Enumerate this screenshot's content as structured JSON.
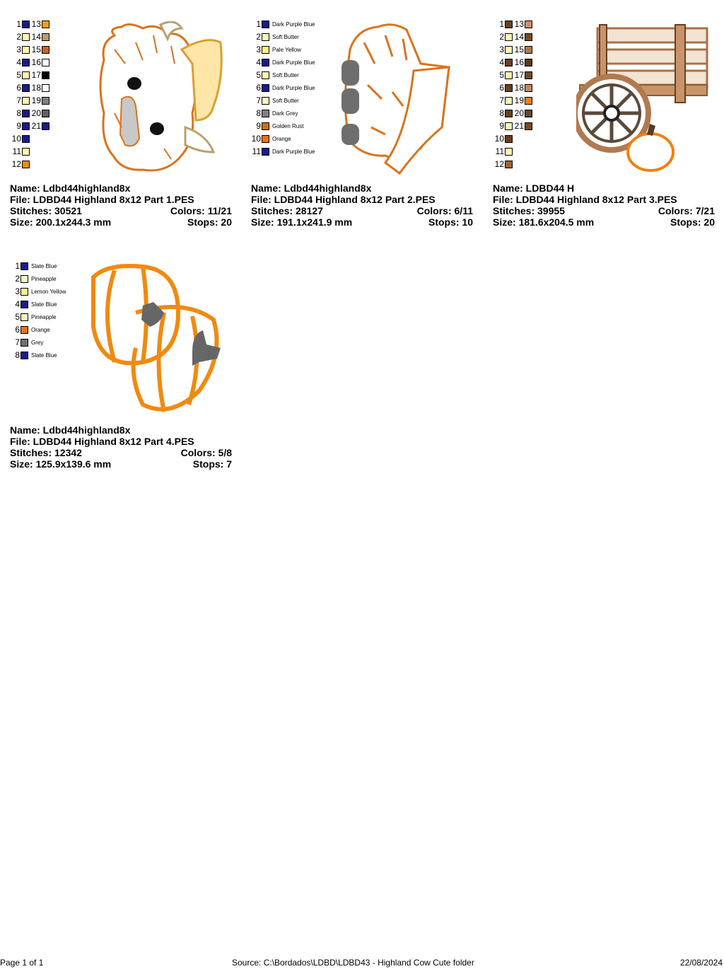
{
  "cards": [
    {
      "name_label": "Name: Ldbd44highland8x",
      "file_label": "File: LDBD44 Highland 8x12 Part 1.PES",
      "stitches_label": "Stitches: 30521",
      "colors_label": "Colors: 11/21",
      "size_label": "Size: 200.1x244.3 mm",
      "stops_label": "Stops: 20",
      "palette_left": [
        {
          "n": "1",
          "color": "#1a1a8c"
        },
        {
          "n": "2",
          "color": "#fff6b0"
        },
        {
          "n": "3",
          "color": "#fff6b0"
        },
        {
          "n": "4",
          "color": "#1a1a8c"
        },
        {
          "n": "5",
          "color": "#fff6b0"
        },
        {
          "n": "6",
          "color": "#1a1a8c"
        },
        {
          "n": "7",
          "color": "#fff6b0"
        },
        {
          "n": "8",
          "color": "#1a1a8c"
        },
        {
          "n": "9",
          "color": "#1a1a8c"
        },
        {
          "n": "10",
          "color": "#1a1a8c"
        },
        {
          "n": "11",
          "color": "#fff6b0"
        },
        {
          "n": "12",
          "color": "#f08a10"
        }
      ],
      "palette_right": [
        {
          "n": "13",
          "color": "#f0a010"
        },
        {
          "n": "14",
          "color": "#b89b6a"
        },
        {
          "n": "15",
          "color": "#c8622a"
        },
        {
          "n": "16",
          "color": "#ffffff"
        },
        {
          "n": "17",
          "color": "#000000"
        },
        {
          "n": "18",
          "color": "#ffffff"
        },
        {
          "n": "19",
          "color": "#808080"
        },
        {
          "n": "20",
          "color": "#606060"
        },
        {
          "n": "21",
          "color": "#1a1a8c"
        }
      ]
    },
    {
      "name_label": "Name: Ldbd44highland8x",
      "file_label": "File: LDBD44 Highland 8x12 Part 2.PES",
      "stitches_label": "Stitches: 28127",
      "colors_label": "Colors: 6/11",
      "size_label": "Size: 191.1x241.9 mm",
      "stops_label": "Stops: 10",
      "palette_named": [
        {
          "n": "1",
          "color": "#1a1a8c",
          "name": "Dark Purple Blue"
        },
        {
          "n": "2",
          "color": "#fff6c0",
          "name": "Soft Butter"
        },
        {
          "n": "3",
          "color": "#fff08a",
          "name": "Pale Yellow"
        },
        {
          "n": "4",
          "color": "#1a1a8c",
          "name": "Dark Purple Blue"
        },
        {
          "n": "5",
          "color": "#fff6c0",
          "name": "Soft Butter"
        },
        {
          "n": "6",
          "color": "#1a1a8c",
          "name": "Dark Purple Blue"
        },
        {
          "n": "7",
          "color": "#fff6c0",
          "name": "Soft Butter"
        },
        {
          "n": "8",
          "color": "#808080",
          "name": "Dark Grey"
        },
        {
          "n": "9",
          "color": "#c8701a",
          "name": "Golden Rust"
        },
        {
          "n": "10",
          "color": "#f07010",
          "name": "Orange"
        },
        {
          "n": "11",
          "color": "#1a1a8c",
          "name": "Dark Purple Blue"
        }
      ]
    },
    {
      "name_label": "Name: LDBD44 H",
      "file_label": "File: LDBD44 Highland 8x12 Part 3.PES",
      "stitches_label": "Stitches: 39955",
      "colors_label": "Colors: 7/21",
      "size_label": "Size: 181.6x204.5 mm",
      "stops_label": "Stops: 20",
      "palette_left": [
        {
          "n": "1",
          "color": "#6b3f1a"
        },
        {
          "n": "2",
          "color": "#fff6b0"
        },
        {
          "n": "3",
          "color": "#fff6b0"
        },
        {
          "n": "4",
          "color": "#6b3f1a"
        },
        {
          "n": "5",
          "color": "#fff6b0"
        },
        {
          "n": "6",
          "color": "#6b3f1a"
        },
        {
          "n": "7",
          "color": "#fff6b0"
        },
        {
          "n": "8",
          "color": "#6b3f1a"
        },
        {
          "n": "9",
          "color": "#fff6b0"
        },
        {
          "n": "10",
          "color": "#6b3f1a"
        },
        {
          "n": "11",
          "color": "#fff6b0"
        },
        {
          "n": "12",
          "color": "#a8602a"
        }
      ],
      "palette_right": [
        {
          "n": "13",
          "color": "#c89070"
        },
        {
          "n": "14",
          "color": "#7a4a20"
        },
        {
          "n": "15",
          "color": "#b07a50"
        },
        {
          "n": "16",
          "color": "#5a3a20"
        },
        {
          "n": "17",
          "color": "#6b4a30"
        },
        {
          "n": "18",
          "color": "#c08860"
        },
        {
          "n": "19",
          "color": "#f08010"
        },
        {
          "n": "20",
          "color": "#5a4a3a"
        },
        {
          "n": "21",
          "color": "#7a4a20"
        }
      ]
    },
    {
      "name_label": "Name: Ldbd44highland8x",
      "file_label": "File: LDBD44 Highland 8x12 Part 4.PES",
      "stitches_label": "Stitches: 12342",
      "colors_label": "Colors: 5/8",
      "size_label": "Size: 125.9x139.6 mm",
      "stops_label": "Stops: 7",
      "palette_named": [
        {
          "n": "1",
          "color": "#1a1a8c",
          "name": "Slate Blue"
        },
        {
          "n": "2",
          "color": "#fff6c0",
          "name": "Pineapple"
        },
        {
          "n": "3",
          "color": "#fff08a",
          "name": "Lemon Yellow"
        },
        {
          "n": "4",
          "color": "#1a1a8c",
          "name": "Slate Blue"
        },
        {
          "n": "5",
          "color": "#fff6c0",
          "name": "Pineapple"
        },
        {
          "n": "6",
          "color": "#f07010",
          "name": "Orange"
        },
        {
          "n": "7",
          "color": "#707070",
          "name": "Grey"
        },
        {
          "n": "8",
          "color": "#1a1a8c",
          "name": "Slate Blue"
        }
      ]
    }
  ],
  "footer": {
    "page": "Page 1 of 1",
    "source": "Source: C:\\Bordados\\LDBD\\LDBD43 - Highland Cow Cute folder",
    "date": "22/08/2024"
  }
}
